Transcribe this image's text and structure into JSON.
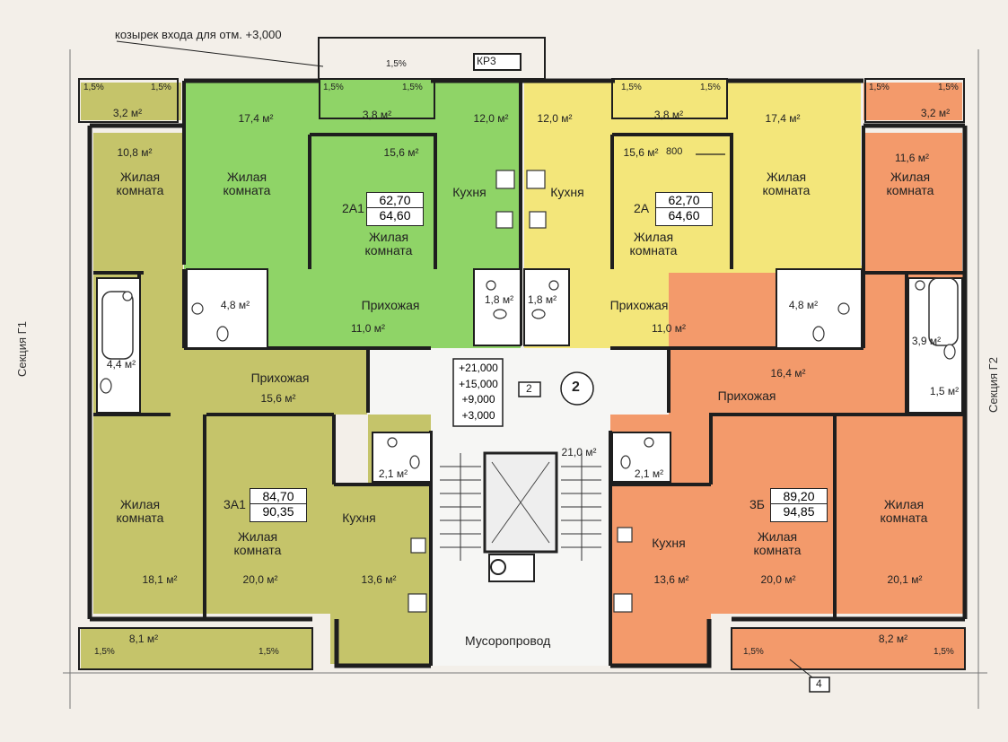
{
  "header": {
    "note": "козырек входа для отм. +3,000",
    "kr": "КР3"
  },
  "sections": {
    "left": "Секция Г1",
    "right": "Секция Г2"
  },
  "section_number": "2",
  "stair_mark": "2",
  "marks": {
    "levels": [
      "+21,000",
      "+15,000",
      "+9,000",
      "+3,000"
    ]
  },
  "chute": "Мусоропровод",
  "dim": "800",
  "axis4": "4",
  "slope": "1,5%",
  "colors": {
    "olive": "#c5c46a",
    "green": "#8fd467",
    "yellow": "#f3e67a",
    "orange": "#f39a6b",
    "core": "#f6f6f4",
    "wall": "#1e1e1e"
  },
  "units": {
    "u2A1": {
      "code": "2А1",
      "area_living": "62,70",
      "area_total": "64,60"
    },
    "u2A": {
      "code": "2А",
      "area_living": "62,70",
      "area_total": "64,60"
    },
    "u3A1": {
      "code": "3А1",
      "area_living": "84,70",
      "area_total": "90,35"
    },
    "u3B": {
      "code": "3Б",
      "area_living": "89,20",
      "area_total": "94,85"
    }
  },
  "rooms": {
    "living": "Жилая\nкомната",
    "kitchen": "Кухня",
    "hall": "Прихожая"
  },
  "areas": {
    "a1": "3,2 м²",
    "a2": "10,8 м²",
    "a3": "17,4 м²",
    "a4": "3,8 м²",
    "a5": "15,6 м²",
    "a6": "12,0 м²",
    "a7": "12,0 м²",
    "a8": "3,8 м²",
    "a9": "15,6 м²",
    "a10": "17,4 м²",
    "a11": "3,2 м²",
    "a12": "11,6 м²",
    "a13": "4,8 м²",
    "a14": "11,0 м²",
    "a15": "1,8 м²",
    "a16": "1,8 м²",
    "a17": "11,0 м²",
    "a18": "4,8 м²",
    "a19": "4,4 м²",
    "a20": "15,6 м²",
    "a21": "16,4 м²",
    "a22": "3,9 м²",
    "a23": "1,5 м²",
    "a24": "21,0 м²",
    "a25": "2,1 м²",
    "a26": "2,1 м²",
    "a27": "18,1 м²",
    "a28": "20,0 м²",
    "a29": "13,6 м²",
    "a30": "13,6 м²",
    "a31": "20,0 м²",
    "a32": "20,1 м²",
    "a33": "8,1 м²",
    "a34": "8,2 м²"
  }
}
